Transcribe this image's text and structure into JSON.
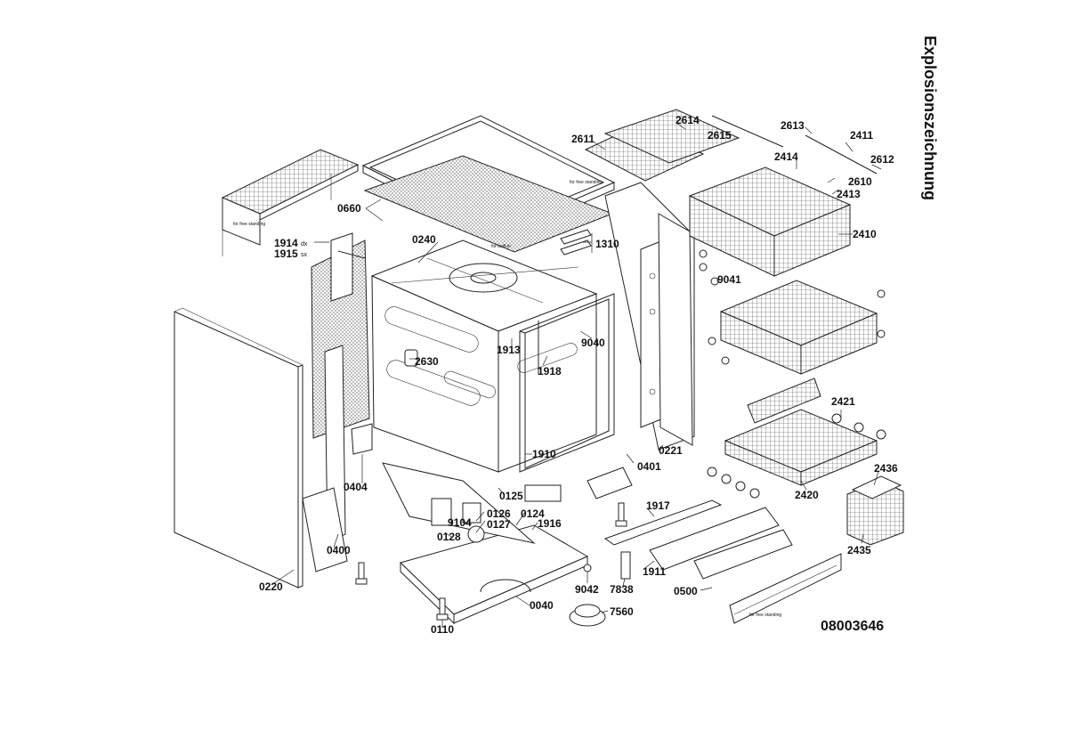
{
  "title": "Explosionszeichnung",
  "document_number": "08003646",
  "notes": {
    "free_standing_1": "for free standing",
    "free_standing_2": "for free standing",
    "free_standing_3": "for free standing",
    "for_builtin": "for built-in"
  },
  "suffix": {
    "dx": "dx",
    "sx": "sx"
  },
  "parts": [
    "2614",
    "2611",
    "2615",
    "2613",
    "2411",
    "2414",
    "2612",
    "2610",
    "2413",
    "0660",
    "1914",
    "1915",
    "0240",
    "1310",
    "2410",
    "9041",
    "9040",
    "1913",
    "2630",
    "1918",
    "0221",
    "2421",
    "1910",
    "0401",
    "2436",
    "0404",
    "0125",
    "0126",
    "0127",
    "9104",
    "0124",
    "1916",
    "1917",
    "0128",
    "2420",
    "0400",
    "2435",
    "1911",
    "0220",
    "9042",
    "7838",
    "0500",
    "0040",
    "7560",
    "0110"
  ]
}
